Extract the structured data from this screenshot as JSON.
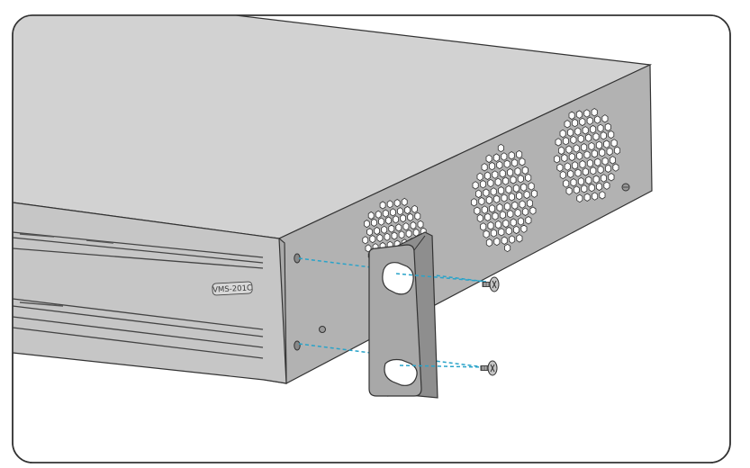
{
  "device": {
    "model_label": "VMS-201C"
  },
  "colors": {
    "chassis_top": "#d2d2d2",
    "chassis_side": "#b2b2b2",
    "front_panel": "#c6c6c6",
    "bracket": "#a8a8a8",
    "guide_line": "#29a3c9",
    "outline": "#333333"
  },
  "parts": [
    "chassis",
    "front-panel",
    "mounting-bracket",
    "screw",
    "screw"
  ],
  "icons": [
    "screw-icon",
    "vent-hole-icon",
    "mounting-hole-icon"
  ]
}
